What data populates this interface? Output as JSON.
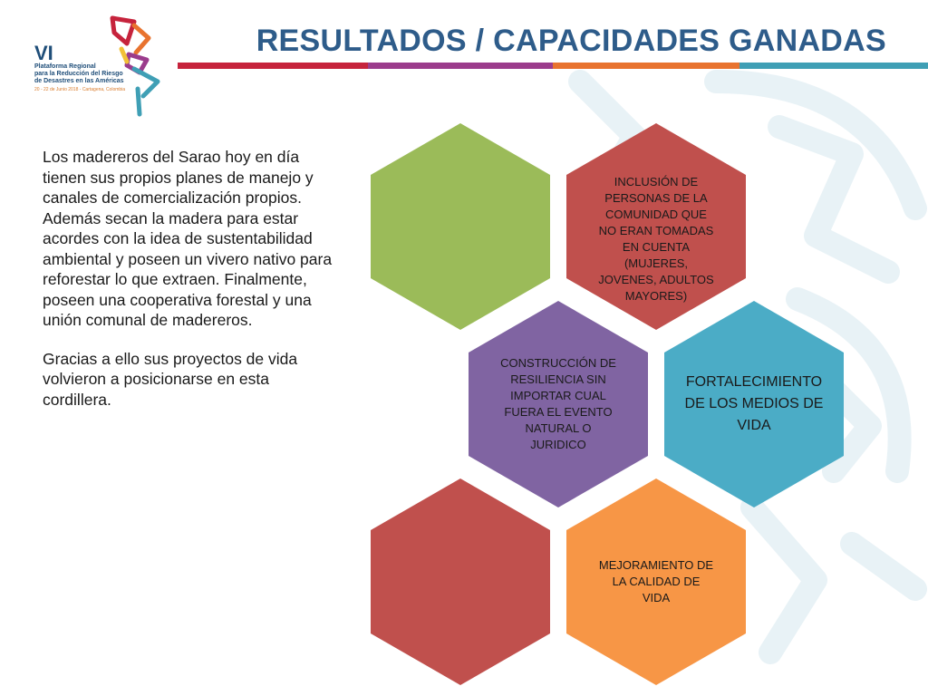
{
  "logo": {
    "edition": "VI",
    "line1": "Plataforma Regional",
    "line2": "para la Reducción del Riesgo",
    "line3": "de Desastres en las Américas",
    "line4": "20 - 22 de Junio 2018 - Cartagena, Colombia"
  },
  "header": {
    "title": "RESULTADOS / CAPACIDADES GANADAS"
  },
  "body": {
    "paragraph1": "Los madereros del Sarao hoy en día tienen sus propios planes de manejo y canales de comercialización propios. Además secan la madera para estar acordes con la idea de sustentabilidad ambiental y poseen un vivero nativo para reforestar lo que extraen. Finalmente, poseen una cooperativa forestal y una unión comunal de madereros.",
    "paragraph2": "Gracias a ello sus proyectos de vida volvieron a posicionarse en esta cordillera."
  },
  "hexagons": {
    "inclusion": "INCLUSIÓN DE PERSONAS DE LA COMUNIDAD QUE NO ERAN TOMADAS EN CUENTA (MUJERES, JOVENES, ADULTOS MAYORES)",
    "construccion": "CONSTRUCCIÓN DE RESILIENCIA SIN IMPORTAR CUAL FUERA EL EVENTO NATURAL O JURIDICO",
    "fortalecimiento": "FORTALECIMIENTO DE LOS MEDIOS DE VIDA",
    "mejoramiento": "MEJORAMIENTO DE LA CALIDAD DE VIDA"
  },
  "colors": {
    "green": "#9bbb59",
    "red": "#c0504d",
    "purple": "#8064a2",
    "teal": "#4bacc6",
    "orange": "#f79646",
    "title_blue": "#2e5c8a"
  }
}
